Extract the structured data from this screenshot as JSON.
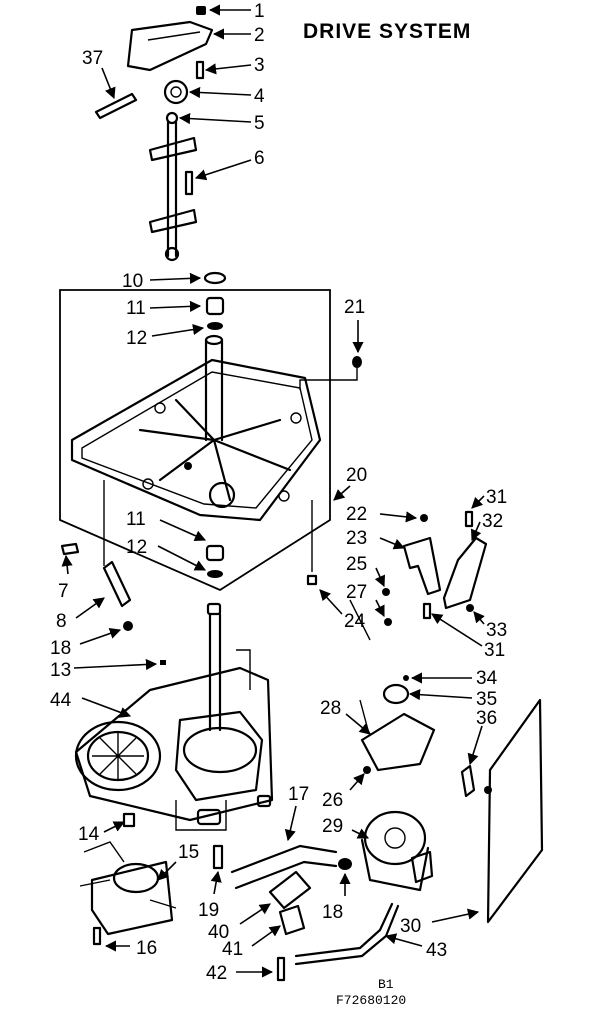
{
  "title": "DRIVE SYSTEM",
  "footer": {
    "line1": "B1",
    "line2": "F72680120"
  },
  "callouts": [
    "1",
    "2",
    "3",
    "4",
    "5",
    "6",
    "37",
    "10",
    "11",
    "12",
    "21",
    "20",
    "11",
    "12",
    "7",
    "8",
    "18",
    "22",
    "23",
    "25",
    "27",
    "24",
    "31",
    "32",
    "33",
    "31",
    "13",
    "44",
    "34",
    "35",
    "36",
    "28",
    "26",
    "14",
    "15",
    "17",
    "29",
    "19",
    "40",
    "41",
    "18",
    "30",
    "43",
    "16",
    "42"
  ]
}
